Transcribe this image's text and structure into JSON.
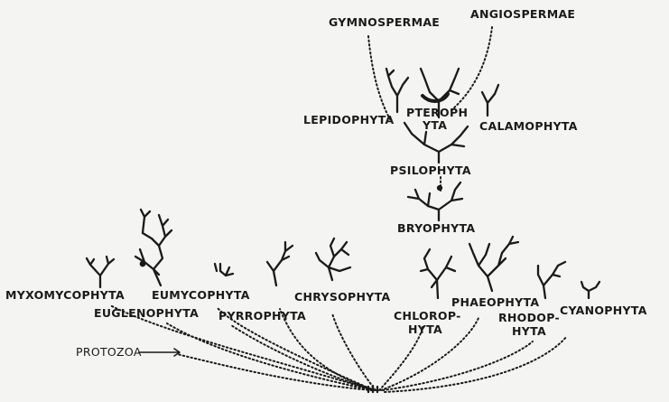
{
  "colors": {
    "ink": "#1a1a1a",
    "background": "#f4f4f2"
  },
  "labels": {
    "gymnospermae": "GYMNOSPERMAE",
    "angiospermae": "ANGIOSPERMAE",
    "lepidophyta": "LEPIDOPHYTA",
    "pterophyta_a": "PTEROPH",
    "pterophyta_b": "YTA",
    "calamophyta": "CALAMOPHYTA",
    "psilophyta": "PSILOPHYTA",
    "bryophyta": "BRYOPHYTA",
    "myxomycophyta": "MYXOMYCOPHYTA",
    "eumycophyta": "EUMYCOPHYTA",
    "chrysophyta": "CHRYSOPHYTA",
    "euglenophyta": "EUGLENOPHYTA",
    "pyrrophyta": "PYRROPHYTA",
    "chlorophyta_a": "CHLOROP-",
    "chlorophyta_b": "HYTA",
    "phaeophyta": "PHAEOPHYTA",
    "rhodophyta_a": "RHODOP-",
    "rhodophyta_b": "HYTA",
    "cyanophyta": "CYANOPHYTA",
    "protozoa": "PROTOZOA"
  }
}
